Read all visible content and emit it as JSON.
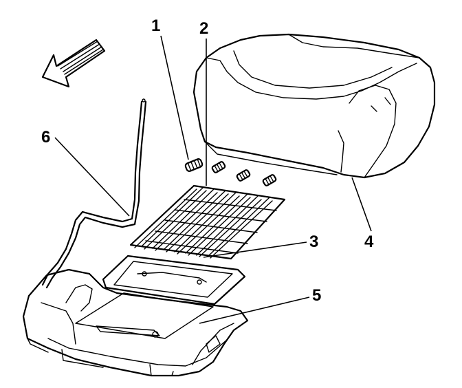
{
  "callouts": {
    "c1": "1",
    "c2": "2",
    "c3": "3",
    "c4": "4",
    "c5": "5",
    "c6": "6"
  },
  "components": {
    "arrow": "direction-arrow-icon",
    "cushion": "seat-cushion",
    "springs": "spring-clips",
    "grid": "spring-grid",
    "frame": "seat-frame",
    "pan": "seat-pan",
    "cable": "cable"
  },
  "colors": {
    "line": "#000000",
    "background": "#ffffff"
  }
}
